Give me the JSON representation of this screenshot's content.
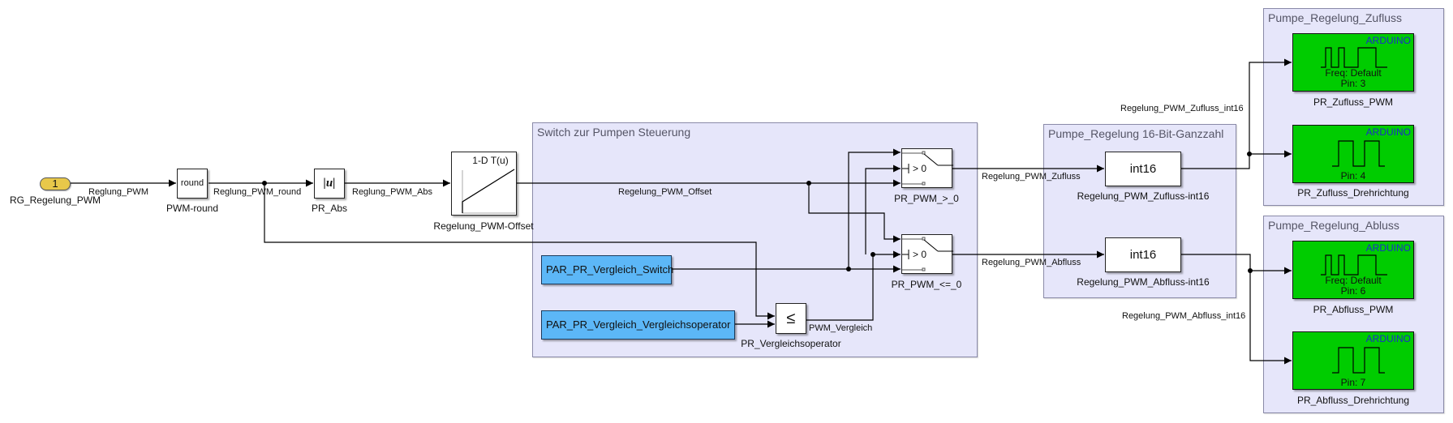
{
  "areas": {
    "switch_area": {
      "title": "Switch zur Pumpen Steuerung"
    },
    "int16_area": {
      "title": "Pumpe_Regelung 16-Bit-Ganzzahl"
    },
    "zufluss_area": {
      "title": "Pumpe_Regelung_Zufluss"
    },
    "abfluss_area": {
      "title": "Pumpe_Regelung_Abluss"
    }
  },
  "blocks": {
    "inport": {
      "number": "1",
      "name": "RG_Regelung_PWM"
    },
    "round": {
      "text": "round",
      "name": "PWM-round"
    },
    "abs": {
      "text": "|u|",
      "name": "PR_Abs"
    },
    "lookup": {
      "text": "1-D T(u)",
      "name": "Regelung_PWM-Offset"
    },
    "switch_pos": {
      "threshold": "> 0",
      "name": "PR_PWM_>_0"
    },
    "switch_neg": {
      "threshold": "> 0",
      "name": "PR_PWM_<=_0"
    },
    "const_switch": {
      "text": "PAR_PR_Vergleich_Switch"
    },
    "const_op": {
      "text": "PAR_PR_Vergleich_Vergleichsoperator"
    },
    "compare": {
      "text": "≤",
      "name": "PR_Vergleichsoperator"
    },
    "int16_zu": {
      "text": "int16",
      "name": "Regelung_PWM_Zufluss-int16"
    },
    "int16_ab": {
      "text": "int16",
      "name": "Regelung_PWM_Abfluss-int16"
    },
    "zu_pwm": {
      "brand": "ARDUINO",
      "freq": "Freq: Default",
      "pin": "Pin: 3",
      "name": "PR_Zufluss_PWM"
    },
    "zu_dir": {
      "brand": "ARDUINO",
      "pin": "Pin: 4",
      "name": "PR_Zufluss_Drehrichtung"
    },
    "ab_pwm": {
      "brand": "ARDUINO",
      "freq": "Freq: Default",
      "pin": "Pin: 6",
      "name": "PR_Abfluss_PWM"
    },
    "ab_dir": {
      "brand": "ARDUINO",
      "pin": "Pin: 7",
      "name": "PR_Abfluss_Drehrichtung"
    }
  },
  "signals": {
    "reglung_pwm": "Reglung_PWM",
    "reglung_pwm_round": "Reglung_PWM_round",
    "reglung_pwm_abs": "Reglung_PWM_Abs",
    "regelung_pwm_offset": "Regelung_PWM_Offset",
    "pwm_vergleich": "PWM_Vergleich",
    "regelung_pwm_zufluss": "Regelung_PWM_Zufluss",
    "regelung_pwm_abfluss": "Regelung_PWM_Abfluss",
    "regelung_pwm_zufluss_int16": "Regelung_PWM_Zufluss_int16",
    "regelung_pwm_abfluss_int16": "Regelung_PWM_Abfluss_int16"
  },
  "colors": {
    "area_bg": "#e6e6fa",
    "constant_block": "#5cb7f7",
    "arduino_block": "#00cc00",
    "arduino_brand": "#1c2ec8",
    "inport": "#e8c84a"
  }
}
